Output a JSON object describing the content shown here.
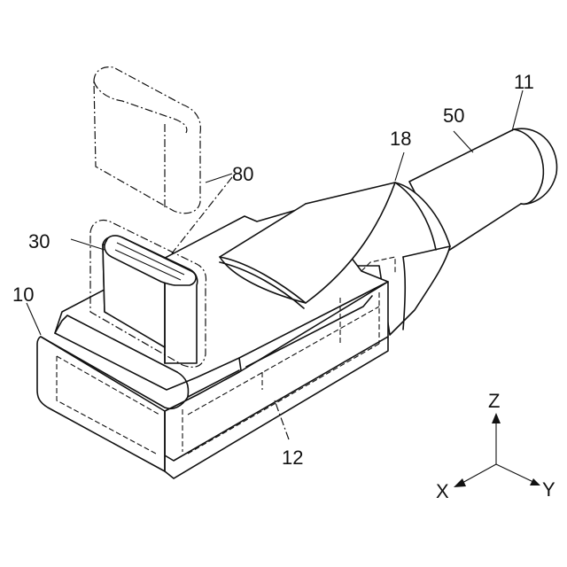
{
  "labels": {
    "ref_11": "11",
    "ref_50": "50",
    "ref_18": "18",
    "ref_80": "80",
    "ref_30": "30",
    "ref_10": "10",
    "ref_12": "12"
  },
  "axes": {
    "z": "Z",
    "x": "X",
    "y": "Y"
  }
}
